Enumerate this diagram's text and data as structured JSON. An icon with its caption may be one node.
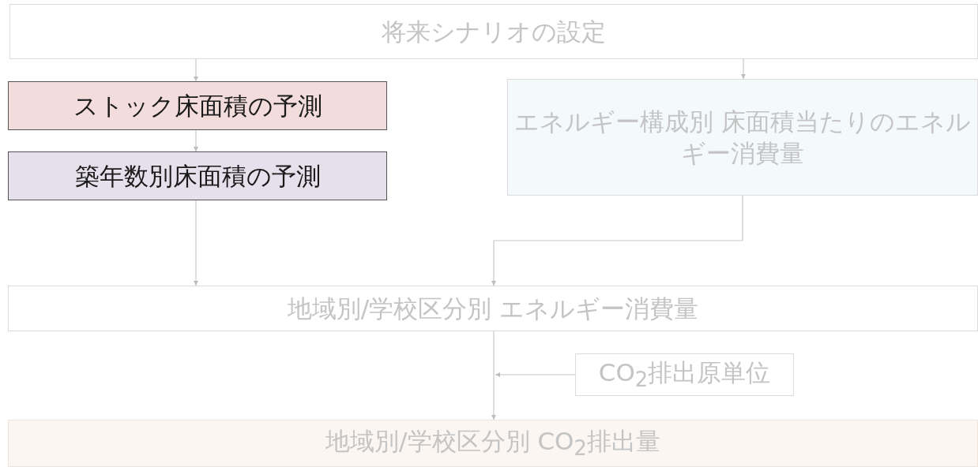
{
  "diagram": {
    "nodes": [
      {
        "text": [
          "将来シナリオの設定"
        ]
      },
      {
        "text": [
          "ストック床面積の予測"
        ]
      },
      {
        "text": [
          "築年数別床面積の予測"
        ]
      },
      {
        "text": [
          "エネルギー構成別 床面積当たりのエネルギー消費量"
        ]
      },
      {
        "text": [
          "地域別/学校区分別 エネルギー消費量"
        ]
      },
      {
        "text": [
          "CO$_{2}$排出原単位"
        ]
      },
      {
        "text": [
          "地域別/学校区分別 CO$_{2}$排出量"
        ]
      }
    ],
    "edges": [
      {
        "from": 0,
        "to": 1,
        "arrow": "to"
      },
      {
        "from": 0,
        "to": 3,
        "arrow": "to"
      },
      {
        "from": 1,
        "to": 2,
        "arrow": "to"
      },
      {
        "from": 2,
        "to": 4,
        "arrow": "to"
      },
      {
        "from": 3,
        "to": 4,
        "arrow": "to"
      },
      {
        "from": 4,
        "to": 6,
        "arrow": "to"
      },
      {
        "from": 5,
        "to": null,
        "arrow": "to"
      }
    ]
  }
}
